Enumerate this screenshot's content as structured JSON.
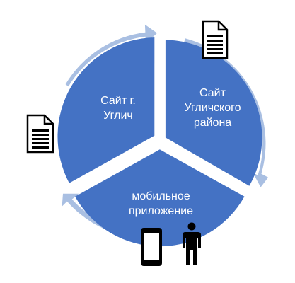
{
  "colors": {
    "segment": "#4472C4",
    "cycle_arrow": "#A9BFE2",
    "label": "#FFFFFF",
    "icon": "#000000"
  },
  "segments": [
    {
      "label": "Сайт г.\nУглич"
    },
    {
      "label": "Сайт\nУгличского\nрайона"
    },
    {
      "label": "мобильное\nприложение"
    }
  ],
  "icons": {
    "top_right": "document-icon",
    "left": "document-icon",
    "bottom_phone": "smartphone-icon",
    "bottom_person": "person-icon"
  }
}
